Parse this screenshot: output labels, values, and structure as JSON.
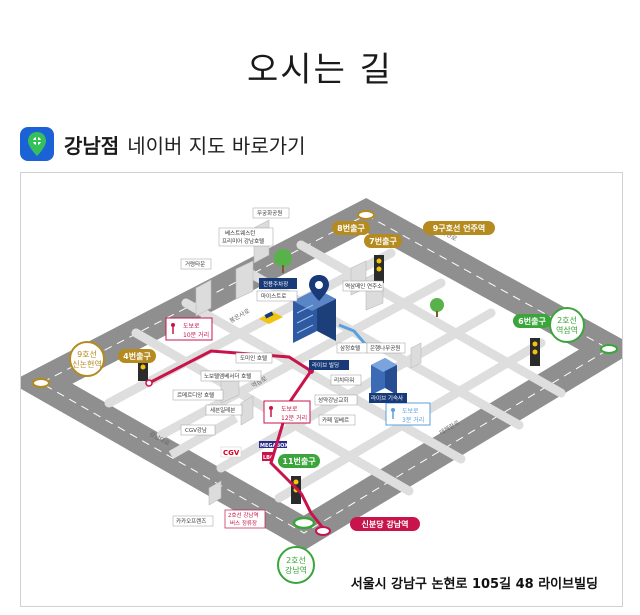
{
  "page": {
    "title": "오시는 길"
  },
  "nav": {
    "store": "강남점",
    "link": "네이버 지도 바로가기",
    "icon": "map-pin-icon"
  },
  "map": {
    "address": "서울시 강남구 논현로 105길 48 라이브빌딩",
    "colors": {
      "road": "#8c8c8c",
      "route": "#c8144b",
      "green": "#3aa53a",
      "gold": "#b58a1e",
      "navy": "#183a78",
      "walk": "#5aa0de"
    },
    "exits": {
      "exit8": "8번출구",
      "exit7": "7번출구",
      "exit9": "9구호선 언주역",
      "exit6": "6번출구",
      "exit4": "4번출구",
      "exit11": "11번출구",
      "sinbundang": "신분당 강남역"
    },
    "stations": {
      "yeoksam": [
        "2호선",
        "역삼역"
      ],
      "sinnonhyeon": [
        "9호선",
        "신논현역"
      ],
      "gangnam": [
        "2호선",
        "강남역"
      ]
    },
    "walks": {
      "w10": [
        "도보로",
        "10분 거리"
      ],
      "w12": [
        "도보로",
        "12분 거리"
      ],
      "w3": [
        "도보로",
        "3분 거리"
      ]
    },
    "labels": {
      "mugung": "무궁화공원",
      "bestwestern": [
        "베스트웨스턴",
        "프리미어 강남호텔"
      ],
      "georyeong": "거령타운",
      "parking": "전용주차장",
      "myeststore": "마이스트로",
      "yeoksammyeon": "역삼메인 연주소",
      "doinhotel": "도미인 호텔",
      "novotel": "노보텔엠베서더 호텔",
      "rsgardino": "르메르디앙 호텔",
      "seoulhaeam": "세븐일레븐",
      "cgv": "CGV강남",
      "kakao": "카카오프렌즈",
      "busstop": [
        "2호선 강남역",
        "버스 정류장"
      ],
      "livebuild": "라이브 빌딩",
      "riviera": "리치타워",
      "samsung": "삼정호텔",
      "eunhaeng": "은행나무공원",
      "seongakchurch": "성약강남교회",
      "livetower": "라이브 기숙사",
      "cafe": "카페 일베르",
      "gangnamdaero": "강남대로",
      "teheranro": "테헤란로",
      "nonhyeonro": "논현로",
      "bongeunsa": "봉은사로",
      "banghwaro": "역삼로",
      "cgv_logo": "CGV",
      "lbc": "LBC",
      "megabox": "MEGABOX"
    }
  }
}
